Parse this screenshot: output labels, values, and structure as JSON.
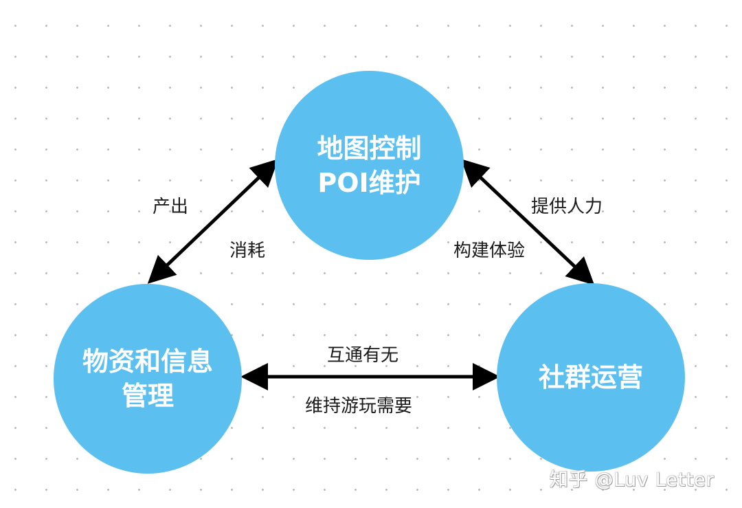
{
  "colors": {
    "node_fill": "#5bc0f0",
    "arrow": "#000000",
    "label_text": "#1a1a1a"
  },
  "nodes": [
    {
      "id": "map",
      "lines": [
        "地图控制",
        "POI维护"
      ]
    },
    {
      "id": "supply",
      "lines": [
        "物资和信息",
        "管理"
      ]
    },
    {
      "id": "community",
      "lines": [
        "社群运营"
      ]
    }
  ],
  "edges": [
    {
      "from": "map",
      "to": "supply",
      "labels": [
        "产出",
        "消耗"
      ],
      "bidirectional": true
    },
    {
      "from": "map",
      "to": "community",
      "labels": [
        "提供人力",
        "构建体验"
      ],
      "bidirectional": true
    },
    {
      "from": "supply",
      "to": "community",
      "labels": [
        "互通有无",
        "维持游玩需要"
      ],
      "bidirectional": true
    }
  ],
  "watermark": "知乎 @Luv Letter"
}
